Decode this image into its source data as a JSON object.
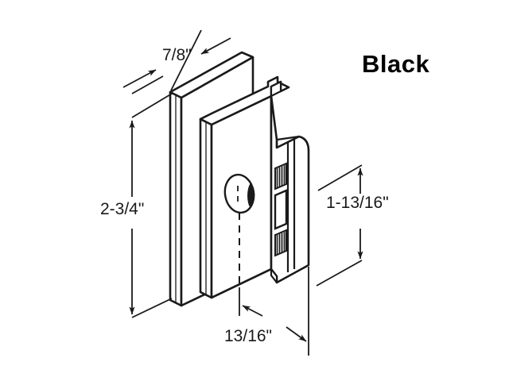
{
  "drawing": {
    "title": "Sliding Door Latch Isometric Dimension Drawing",
    "background_color": "#ffffff",
    "line_color": "#1a1a1a",
    "fill_color": "#ffffff"
  },
  "finish": {
    "label": "Black",
    "color": "#000000"
  },
  "dimensions": {
    "depth_top": {
      "label": "7/8\"",
      "value": 0.875,
      "unit": "inch",
      "describes": "back-plate-depth"
    },
    "height_left": {
      "label": "2-3/4\"",
      "value": 2.75,
      "unit": "inch",
      "describes": "back-plate-height"
    },
    "height_right": {
      "label": "1-13/16\"",
      "value": 1.8125,
      "unit": "inch",
      "describes": "strike-plate-height"
    },
    "width_bottom": {
      "label": "13/16\"",
      "value": 0.8125,
      "unit": "inch",
      "describes": "lock-body-offset"
    }
  },
  "parts": {
    "back_plate": "back-plate",
    "lock_body": "lock-body",
    "thumbturn_knob": "thumbturn-knob",
    "strike_plate": "strike-plate",
    "slot_top": "strike-slot-top-ribbed",
    "slot_middle": "strike-slot-middle",
    "slot_bottom": "strike-slot-bottom-ribbed",
    "centerline": "centerline-dashed"
  }
}
